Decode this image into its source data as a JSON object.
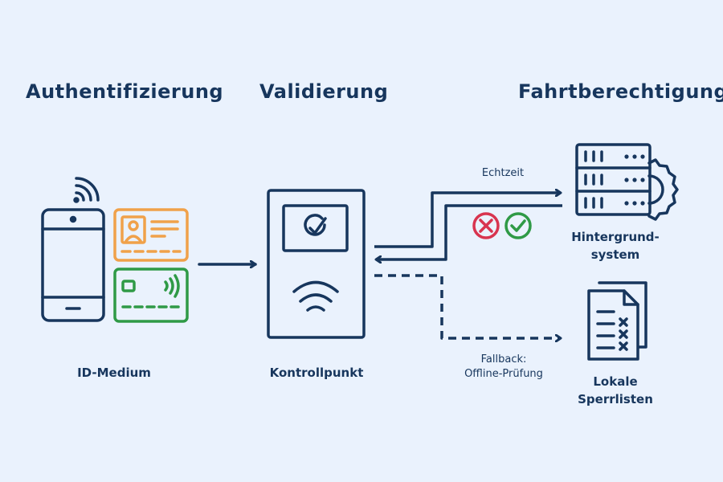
{
  "headings": {
    "authentication": "Authentifizierung",
    "validation": "Validierung",
    "authorization": "Fahrtberechtigung"
  },
  "nodes": {
    "id_medium": "ID-Medium",
    "checkpoint": "Kontrollpunkt",
    "backend_line1": "Hintergrund-",
    "backend_line2": "system",
    "lists_line1": "Lokale",
    "lists_line2": "Sperrlisten"
  },
  "connections": {
    "realtime": "Echtzeit",
    "fallback_line1": "Fallback:",
    "fallback_line2": "Offline-Prüfung"
  },
  "icons": {
    "phone": "smartphone-icon",
    "nfc": "nfc-signal-icon",
    "id_card": "id-card-icon",
    "payment_card": "contactless-card-icon",
    "terminal": "validator-terminal-icon",
    "server": "server-gear-icon",
    "documents": "blocklist-documents-icon",
    "reject": "reject-icon",
    "accept": "accept-icon"
  },
  "colors": {
    "background": "#eaf2fd",
    "primary": "#17365d",
    "orange": "#f0a14a",
    "green": "#2f9a46",
    "red": "#d8344f"
  }
}
